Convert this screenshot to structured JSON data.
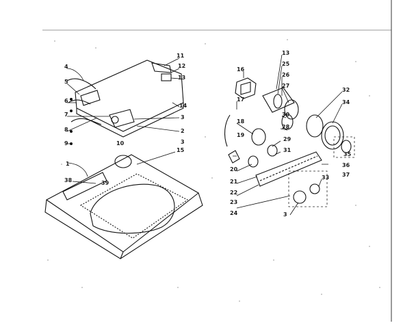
{
  "diagram": {
    "left_group_labels": [
      {
        "id": "l11",
        "text": "11"
      },
      {
        "id": "l12",
        "text": "12"
      },
      {
        "id": "l13",
        "text": "13"
      },
      {
        "id": "l14",
        "text": "14"
      },
      {
        "id": "l3a",
        "text": "3"
      },
      {
        "id": "l4",
        "text": "4"
      },
      {
        "id": "l5",
        "text": "5"
      },
      {
        "id": "l6",
        "text": "6"
      },
      {
        "id": "l7",
        "text": "7"
      },
      {
        "id": "l8",
        "text": "8"
      },
      {
        "id": "l9",
        "text": "9"
      },
      {
        "id": "l10",
        "text": "10"
      },
      {
        "id": "l2",
        "text": "2"
      },
      {
        "id": "l3b",
        "text": "3"
      },
      {
        "id": "l15",
        "text": "15"
      },
      {
        "id": "l1",
        "text": "1"
      },
      {
        "id": "l38",
        "text": "38"
      },
      {
        "id": "l39",
        "text": "39"
      }
    ],
    "right_group_labels": [
      {
        "id": "r16",
        "text": "16"
      },
      {
        "id": "r13",
        "text": "13"
      },
      {
        "id": "r25",
        "text": "25"
      },
      {
        "id": "r26",
        "text": "26"
      },
      {
        "id": "r27",
        "text": "27"
      },
      {
        "id": "r28",
        "text": "28"
      },
      {
        "id": "r17",
        "text": "17"
      },
      {
        "id": "r18",
        "text": "18"
      },
      {
        "id": "r19",
        "text": "19"
      },
      {
        "id": "r29",
        "text": "29"
      },
      {
        "id": "r30",
        "text": "30"
      },
      {
        "id": "r31",
        "text": "31"
      },
      {
        "id": "r32",
        "text": "32"
      },
      {
        "id": "r34",
        "text": "34"
      },
      {
        "id": "r35",
        "text": "35"
      },
      {
        "id": "r36",
        "text": "36"
      },
      {
        "id": "r20",
        "text": "20"
      },
      {
        "id": "r21",
        "text": "21"
      },
      {
        "id": "r22",
        "text": "22"
      },
      {
        "id": "r23",
        "text": "23"
      },
      {
        "id": "r24",
        "text": "24"
      },
      {
        "id": "r37",
        "text": "37"
      },
      {
        "id": "r33",
        "text": "33"
      },
      {
        "id": "r3",
        "text": "3"
      }
    ]
  }
}
